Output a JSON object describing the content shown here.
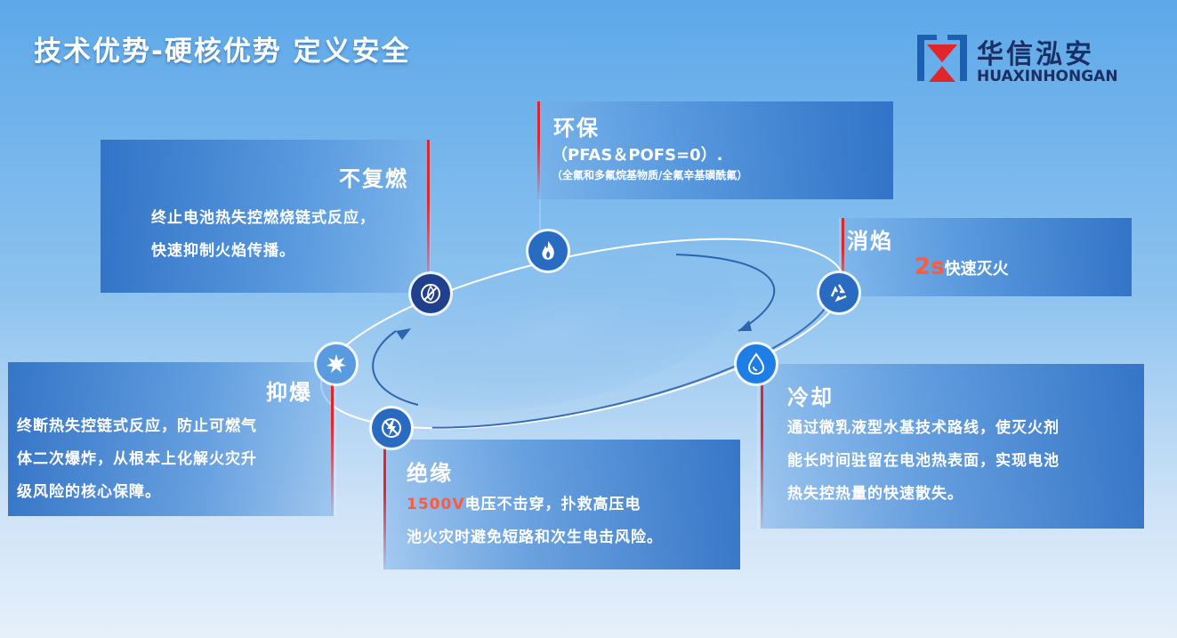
{
  "header": {
    "title": "技术优势-硬核优势 定义安全"
  },
  "logo": {
    "name_cn": "华信泓安",
    "name_en": "HUAXINHONGAN"
  },
  "features": {
    "no_reignite": {
      "title": "不复燃",
      "line1": "终止电池热失控燃烧链式反应，",
      "line2": "快速抑制火焰传播。",
      "icon": "no-fire-icon"
    },
    "eco": {
      "title": "环保",
      "line1": "（PFAS＆POFS=0）.",
      "line2": "（全氟和多氟烷基物质/全氟辛基磺酰氟）",
      "icon": "flame-icon"
    },
    "extinguish": {
      "title": "消焰",
      "highlight": "2s",
      "text": "快速灭火",
      "icon": "recycle-icon"
    },
    "suppress": {
      "title": "抑爆",
      "line1": "终断热失控链式反应，防止可燃气",
      "line2": "体二次爆炸，从根本上化解火灾升",
      "line3": "级风险的核心保障。",
      "icon": "explosion-icon"
    },
    "insulation": {
      "title": "绝缘",
      "highlight": "1500V",
      "line1": "电压不击穿，扑救高压电",
      "line2": "池火灾时避免短路和次生电击风险。",
      "icon": "lightning-icon"
    },
    "cooling": {
      "title": "冷却",
      "line1": "通过微乳液型水基技术路线，使灭火剂",
      "line2": "能长时间驻留在电池热表面，实现电池",
      "line3": "热失控热量的快速散失。",
      "icon": "water-drop-icon"
    }
  },
  "colors": {
    "accent_red": "#e0262b",
    "highlight": "#ff5a3c",
    "navy": "#1a2f63"
  }
}
